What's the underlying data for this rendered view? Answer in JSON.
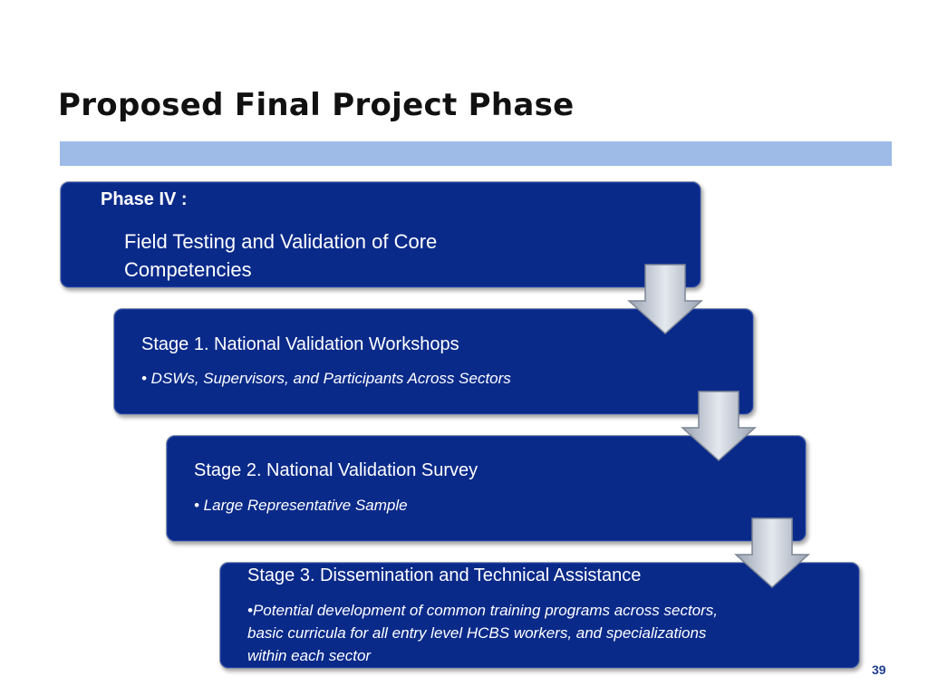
{
  "slide": {
    "title": "Proposed Final Project Phase",
    "page_number": "39"
  },
  "phase": {
    "label": "Phase IV :",
    "description": "Field Testing and Validation of Core Competencies"
  },
  "stages": [
    {
      "heading": "Stage 1. National Validation Workshops",
      "detail": "• DSWs, Supervisors, and Participants Across Sectors"
    },
    {
      "heading": "Stage 2. National Validation Survey",
      "detail": "• Large Representative Sample"
    },
    {
      "heading": "Stage 3. Dissemination and Technical Assistance",
      "detail": "•Potential development of  common training programs across sectors, basic curricula for all entry level HCBS workers, and specializations within each sector"
    }
  ],
  "colors": {
    "box_fill": "#0a2a8a",
    "title_bar": "#9ebbe8",
    "arrow_fill": "#b9c0cc",
    "page_number": "#1f3f8f"
  },
  "icons": {
    "connector": "down-arrow-icon"
  }
}
